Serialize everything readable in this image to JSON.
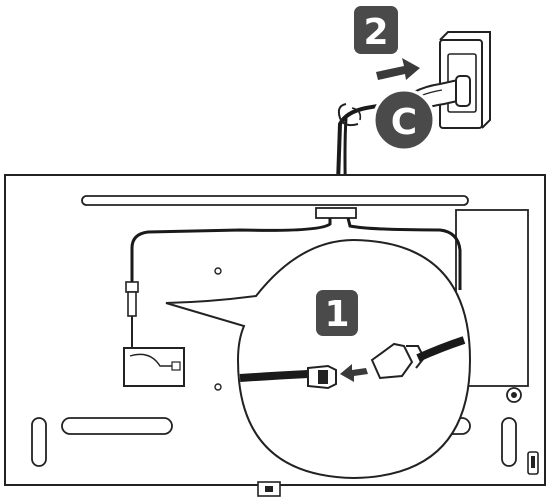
{
  "steps": [
    {
      "label": "1",
      "badge_color": "#4a4a4a"
    },
    {
      "label": "2",
      "badge_color": "#4a4a4a"
    }
  ],
  "callout": {
    "label": "C",
    "badge_color": "#4a4a4a"
  },
  "colors": {
    "line": "#222222",
    "cable": "#1a1a1a",
    "background": "#ffffff"
  }
}
